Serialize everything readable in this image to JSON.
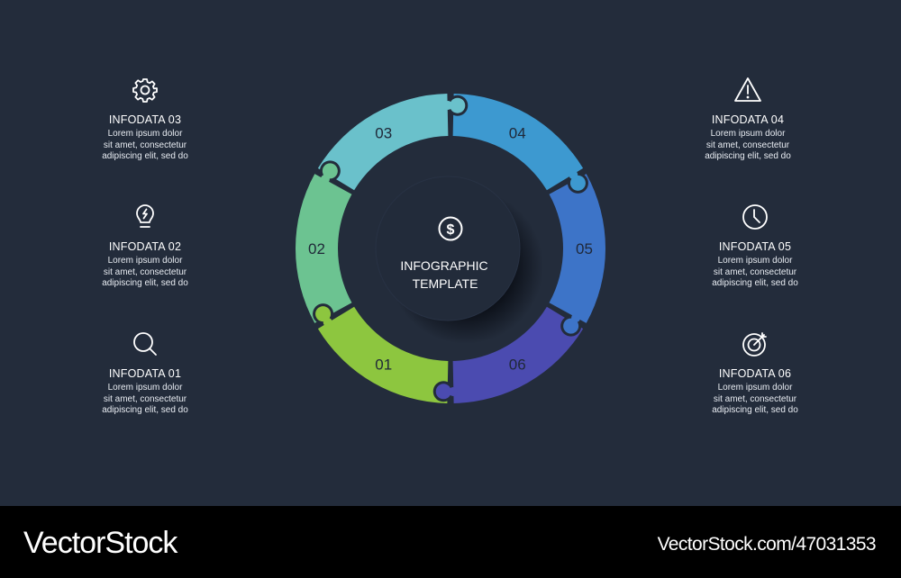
{
  "center": {
    "line1": "INFOGRAPHIC",
    "line2": "TEMPLATE",
    "icon": "dollar-circle-icon"
  },
  "segments": [
    {
      "num": "01",
      "color": "#8dc63f"
    },
    {
      "num": "02",
      "color": "#6cc391"
    },
    {
      "num": "03",
      "color": "#6ac1cb"
    },
    {
      "num": "04",
      "color": "#3d99d0"
    },
    {
      "num": "05",
      "color": "#3d74c8"
    },
    {
      "num": "06",
      "color": "#4b4bb0"
    }
  ],
  "items": [
    {
      "title": "INFODATA 01",
      "desc": [
        "Lorem ipsum dolor",
        "sit amet, consectetur",
        "adipiscing elit, sed do"
      ],
      "icon": "search-icon"
    },
    {
      "title": "INFODATA 02",
      "desc": [
        "Lorem ipsum dolor",
        "sit amet, consectetur",
        "adipiscing elit, sed do"
      ],
      "icon": "lightbulb-icon"
    },
    {
      "title": "INFODATA 03",
      "desc": [
        "Lorem ipsum dolor",
        "sit amet, consectetur",
        "adipiscing elit, sed do"
      ],
      "icon": "gear-icon"
    },
    {
      "title": "INFODATA 04",
      "desc": [
        "Lorem ipsum dolor",
        "sit amet, consectetur",
        "adipiscing elit, sed do"
      ],
      "icon": "warning-icon"
    },
    {
      "title": "INFODATA 05",
      "desc": [
        "Lorem ipsum dolor",
        "sit amet, consectetur",
        "adipiscing elit, sed do"
      ],
      "icon": "clock-icon"
    },
    {
      "title": "INFODATA 06",
      "desc": [
        "Lorem ipsum dolor",
        "sit amet, consectetur",
        "adipiscing elit, sed do"
      ],
      "icon": "target-icon"
    }
  ],
  "colors": {
    "background": "#232c3b",
    "footer": "#000000",
    "text": "#ffffff",
    "segment_number": "#1f2838"
  },
  "footer": {
    "brand": "VectorStock",
    "ref": "VectorStock.com/47031353"
  }
}
